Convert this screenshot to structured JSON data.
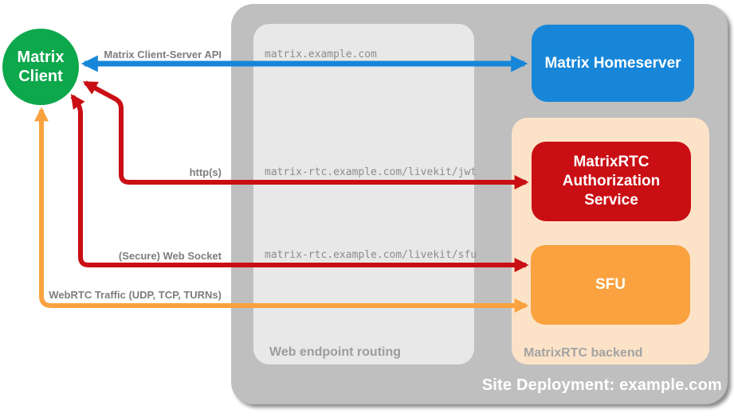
{
  "diagram_title": "Site Deployment: example.com",
  "colors": {
    "client_green": "#0da74c",
    "homeserver_blue": "#1786d9",
    "auth_red": "#c90e14",
    "sfu_orange": "#f9a23f",
    "backend_peach": "#fce3c8",
    "site_gray": "#bfbfbf",
    "routing_gray": "#e8e8e8",
    "label_gray": "#7d7d7d"
  },
  "client": {
    "line1": "Matrix",
    "line2": "Client"
  },
  "nodes": {
    "homeserver": {
      "label": "Matrix Homeserver"
    },
    "auth_service": {
      "label": "MatrixRTC Authorization Service"
    },
    "sfu": {
      "label": "SFU"
    }
  },
  "containers": {
    "site": {
      "label": "Site Deployment: example.com"
    },
    "routing": {
      "label": "Web endpoint routing"
    },
    "backend": {
      "label": "MatrixRTC backend"
    }
  },
  "edges": {
    "cs_api": {
      "label": "Matrix Client-Server API",
      "color": "#1786d9",
      "bidirectional": true
    },
    "https": {
      "label": "http(s)",
      "color": "#c90e14",
      "bidirectional": true
    },
    "websocket": {
      "label": "(Secure) Web Socket",
      "color": "#c90e14",
      "bidirectional": true
    },
    "webrtc": {
      "label": "WebRTC Traffic (UDP, TCP, TURNs)",
      "color": "#f9a23f",
      "bidirectional": true
    }
  },
  "endpoints": {
    "homeserver": "matrix.example.com",
    "jwt": "matrix-rtc.example.com/livekit/jwt",
    "sfu": "matrix-rtc.example.com/livekit/sfu"
  }
}
